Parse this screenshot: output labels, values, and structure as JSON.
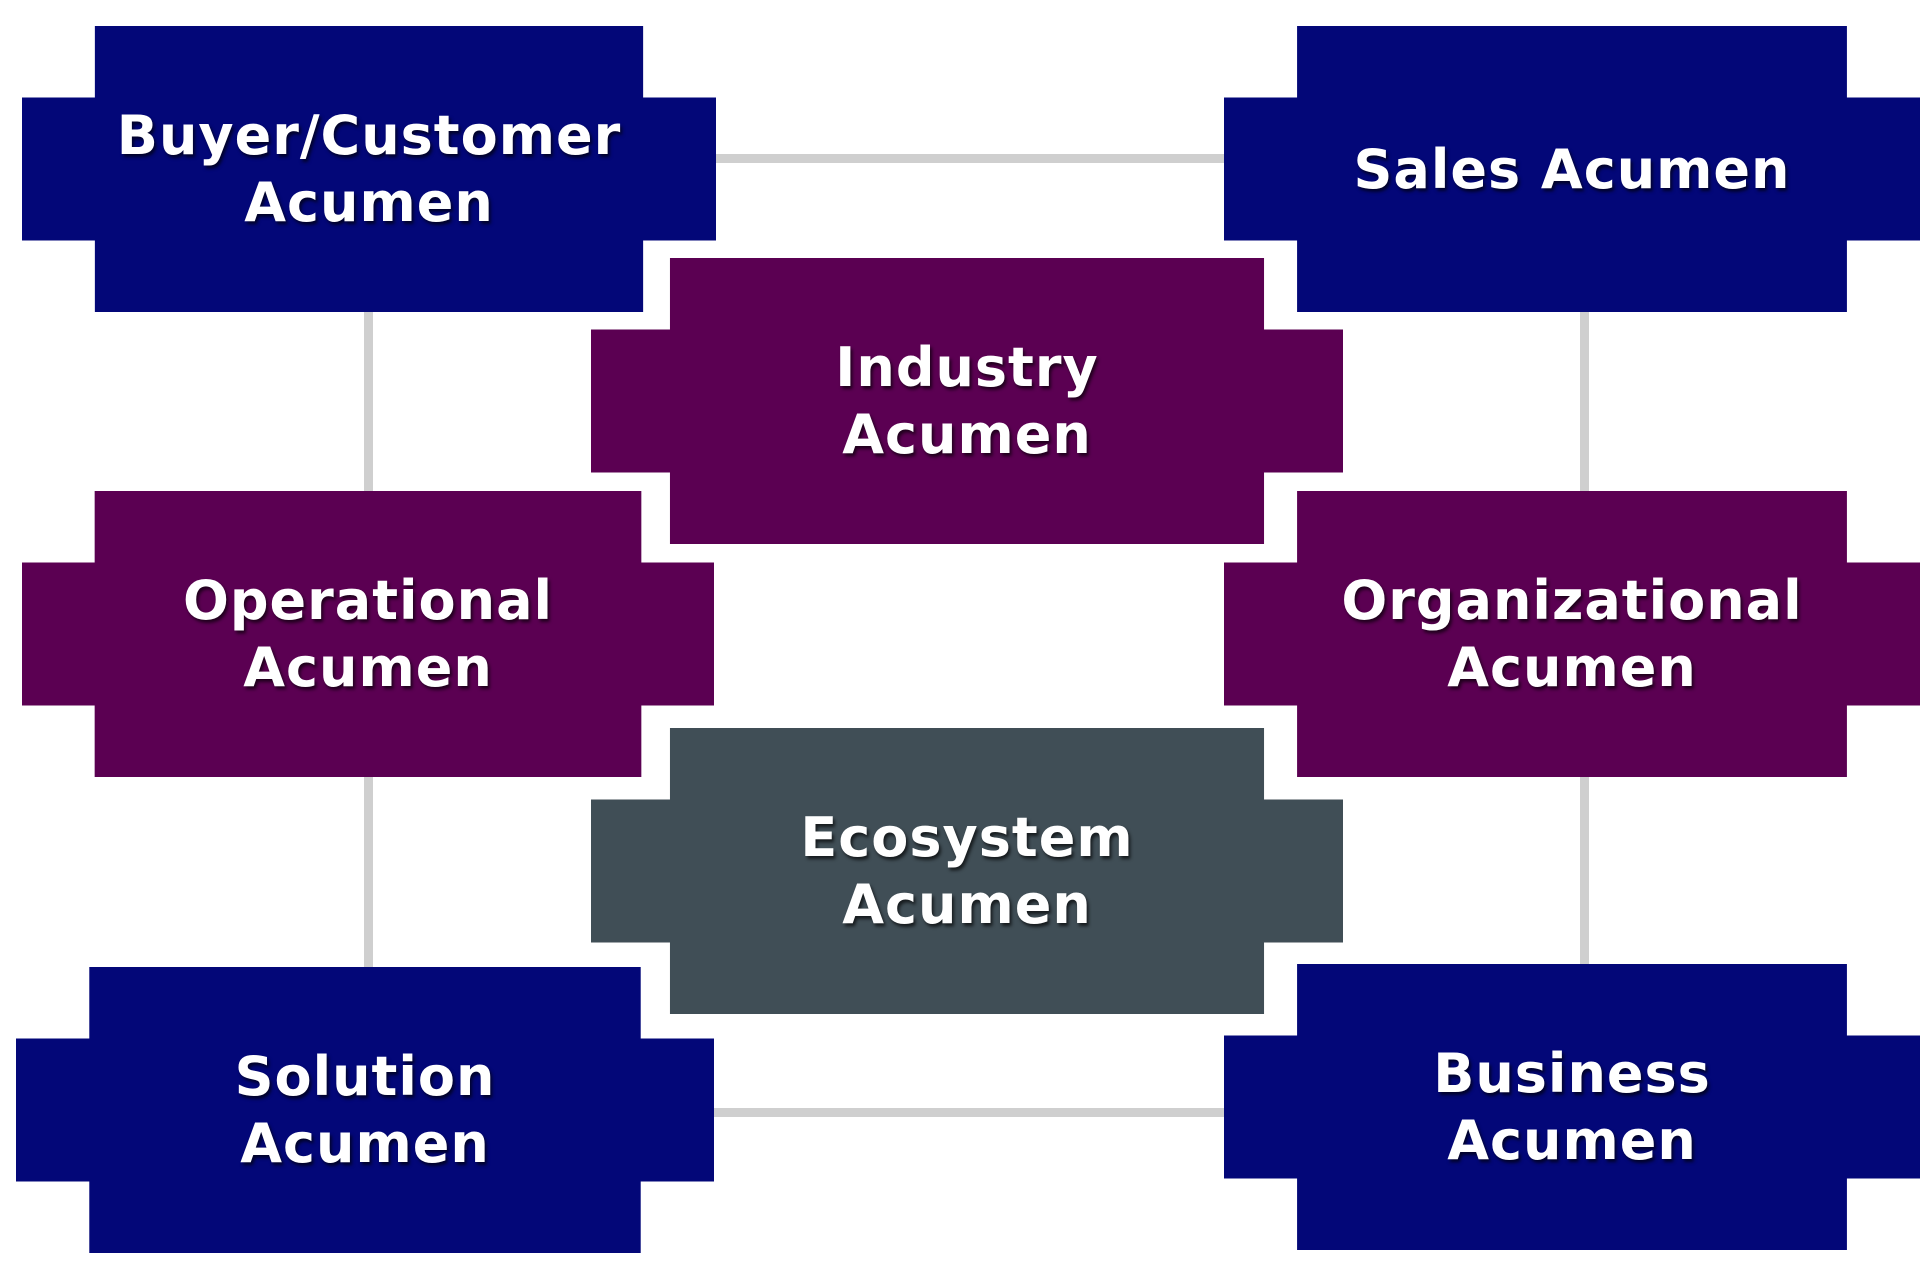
{
  "colors": {
    "navy": "#030778",
    "purple": "#5b0052",
    "slate": "#404e56",
    "connector": "#cfcfcf"
  },
  "blocks": {
    "buyer_customer": {
      "line1": "Buyer/Customer",
      "line2": "Acumen",
      "color": "navy"
    },
    "sales": {
      "line1": "Sales Acumen",
      "line2": "",
      "color": "navy"
    },
    "industry": {
      "line1": "Industry",
      "line2": "Acumen",
      "color": "purple"
    },
    "operational": {
      "line1": "Operational",
      "line2": "Acumen",
      "color": "purple"
    },
    "organizational": {
      "line1": "Organizational",
      "line2": "Acumen",
      "color": "purple"
    },
    "ecosystem": {
      "line1": "Ecosystem",
      "line2": "Acumen",
      "color": "slate"
    },
    "solution": {
      "line1": "Solution",
      "line2": "Acumen",
      "color": "navy"
    },
    "business": {
      "line1": "Business",
      "line2": "Acumen",
      "color": "navy"
    }
  }
}
